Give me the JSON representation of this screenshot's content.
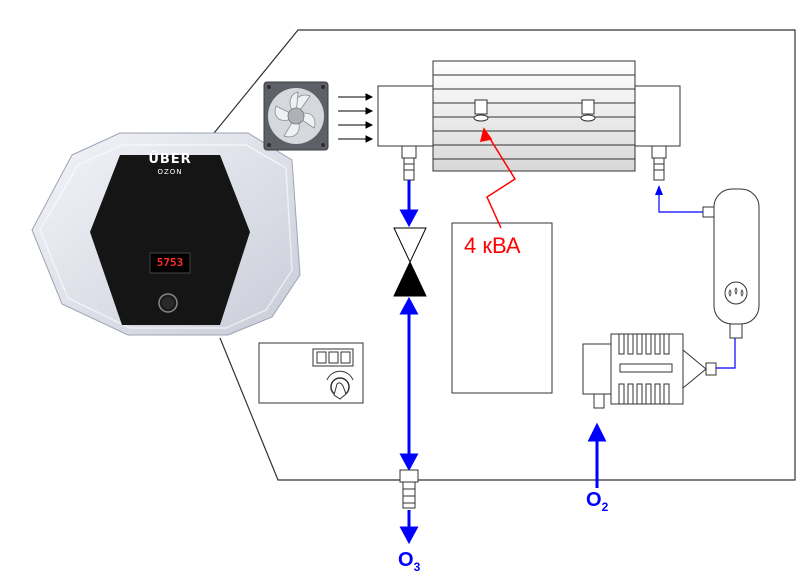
{
  "device": {
    "brand_top": "ÜBER",
    "brand_bottom": "OZON",
    "display_value": "5753",
    "icons": [
      "device-display",
      "knob-icon"
    ]
  },
  "diagram": {
    "power_label": "4 кВА",
    "ozone_label": "O",
    "ozone_sub": "3",
    "oxygen_label": "O",
    "oxygen_sub": "2"
  },
  "colors": {
    "flow": "#0000ff",
    "electric": "#ff0000",
    "outline": "#333333"
  }
}
